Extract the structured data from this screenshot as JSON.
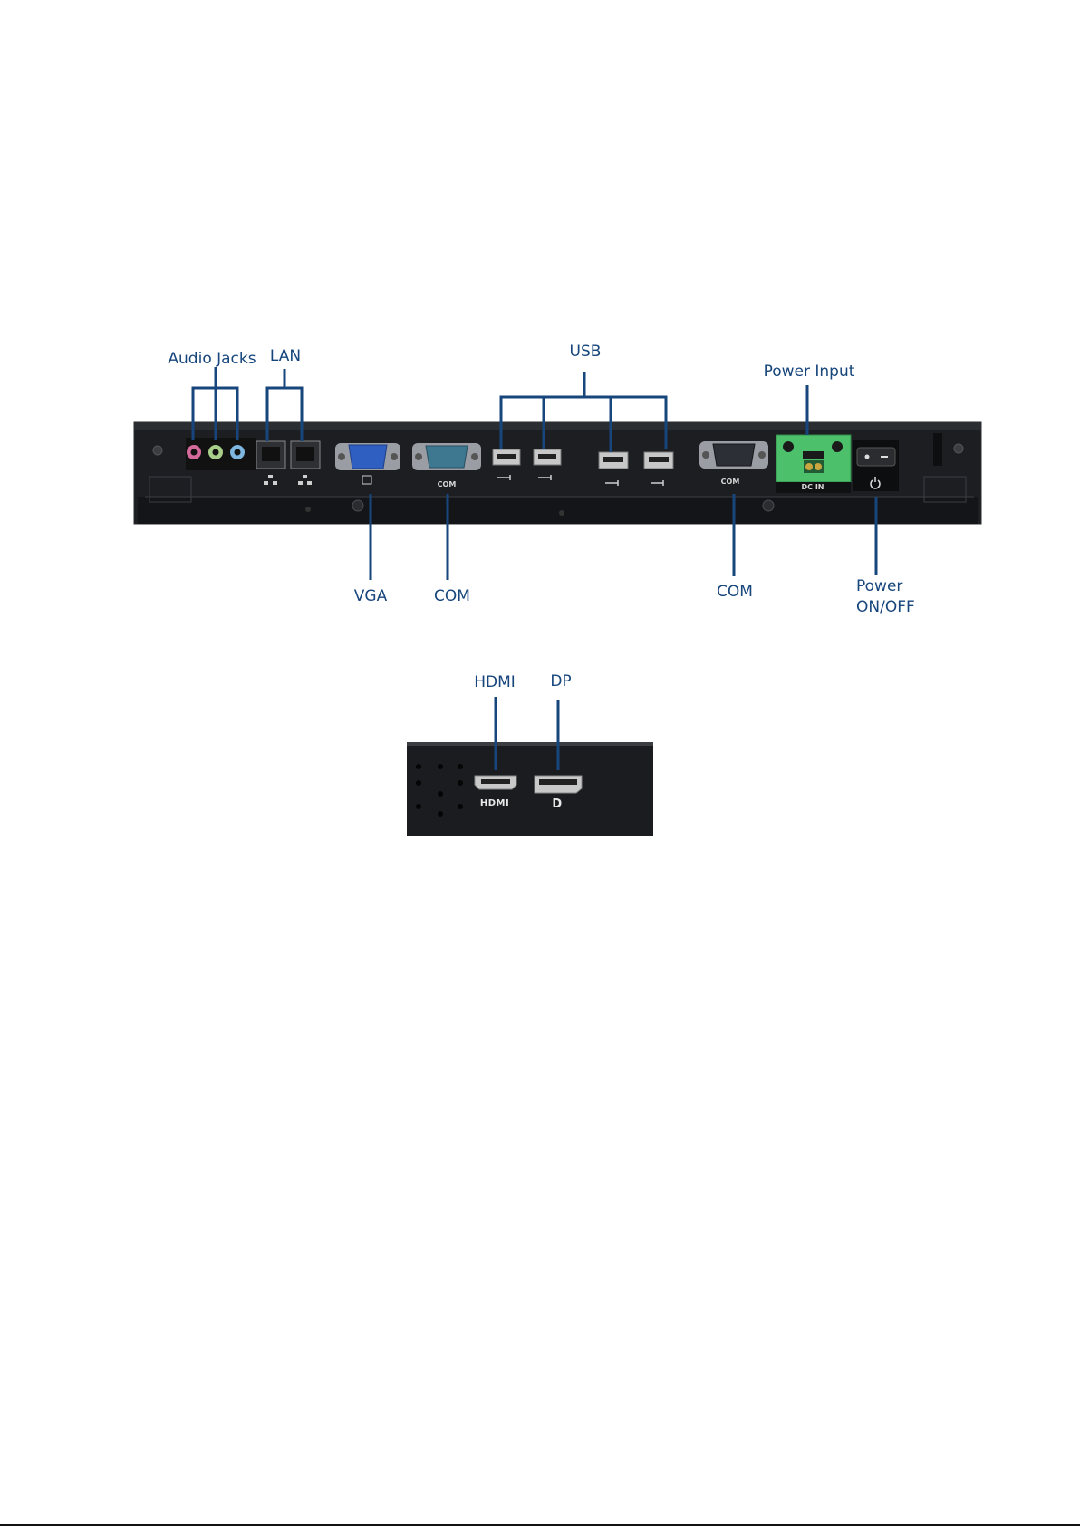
{
  "callouts": {
    "audio_jacks": "Audio Jacks",
    "lan": "LAN",
    "usb": "USB",
    "power_input": "Power Input",
    "vga": "VGA",
    "com_left": "COM",
    "com_right": "COM",
    "power_onoff_line1": "Power",
    "power_onoff_line2": "ON/OFF",
    "hdmi": "HDMI",
    "dp": "DP"
  },
  "panel_labels": {
    "com_1": "COM",
    "com_2": "COM",
    "dc_in": "DC IN"
  },
  "device_labels": {
    "hdmi_logo": "HDMI",
    "dp_logo": "D"
  },
  "colors": {
    "callout_text": "#17467c",
    "leader_line": "#17467c",
    "chassis": "#1b1d20",
    "vga_port": "#2f5fc0",
    "com_port": "#3d7890",
    "power_terminal": "#4cc06a"
  }
}
